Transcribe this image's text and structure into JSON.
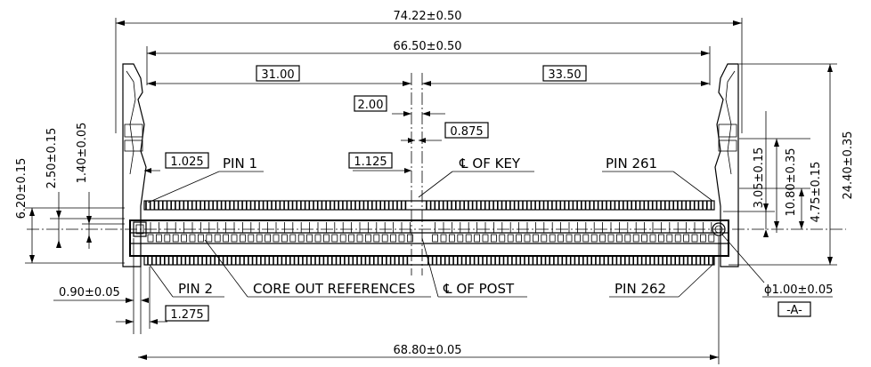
{
  "dimensions": {
    "overall_width": "74.22±0.50",
    "inner_width": "66.50±0.50",
    "left_segment": "31.00",
    "right_segment": "33.50",
    "key_width": "2.00",
    "key_offset": "0.875",
    "left_pin_offset": "1.025",
    "key_pin_offset": "1.125",
    "height_total_left": "6.20±0.15",
    "height_mid_left": "2.50±0.15",
    "height_small_left": "1.40±0.05",
    "height_total_right": "24.40±0.35",
    "height_mid_right": "10.80±0.35",
    "height_small_right": "4.75±0.15",
    "height_tiny_right": "3.05±0.15",
    "left_bottom_offset": "0.90±0.05",
    "left_bottom_box": "1.275",
    "bottom_width": "68.80±0.05",
    "hole_diameter": "ϕ1.00±0.05",
    "datum": "-A-"
  },
  "labels": {
    "pin1": "PIN 1",
    "pin2": "PIN 2",
    "pin261": "PIN 261",
    "pin262": "PIN 262",
    "cl_key": "℄ OF KEY",
    "cl_post": "℄ OF POST",
    "core_out": "CORE OUT REFERENCES"
  }
}
